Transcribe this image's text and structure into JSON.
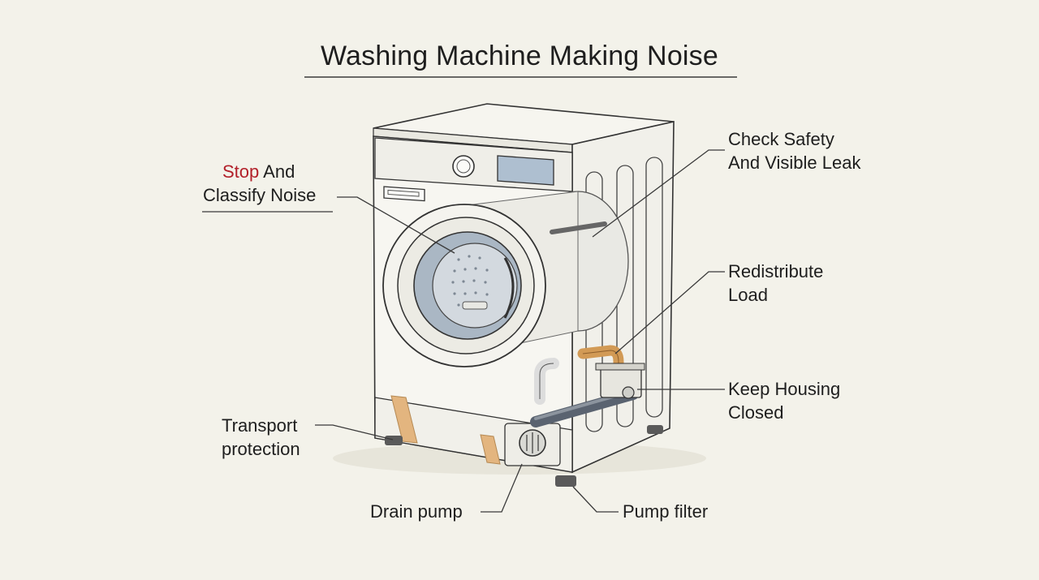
{
  "title": "Washing Machine Making Noise",
  "labels": {
    "stop_classify": {
      "highlight": "Stop",
      "rest_line1": " And",
      "line2": "Classify Noise"
    },
    "check_safety": {
      "line1": "Check Safety",
      "line2": "And Visible Leak"
    },
    "redistribute": {
      "line1": "Redistribute",
      "line2": "Load"
    },
    "keep_housing": {
      "line1": "Keep Housing",
      "line2": "Closed"
    },
    "transport": {
      "line1": "Transport",
      "line2": "protection"
    },
    "drain_pump": {
      "text": "Drain pump"
    },
    "pump_filter": {
      "text": "Pump filter"
    }
  },
  "colors": {
    "background": "#f3f2ea",
    "line": "#3a3a3a",
    "warning_text": "#b2202a",
    "glass": "#aab7c4",
    "panel_display": "#aebfd0",
    "copper_pipe": "#d29a55",
    "tape": "#e3b57f"
  }
}
